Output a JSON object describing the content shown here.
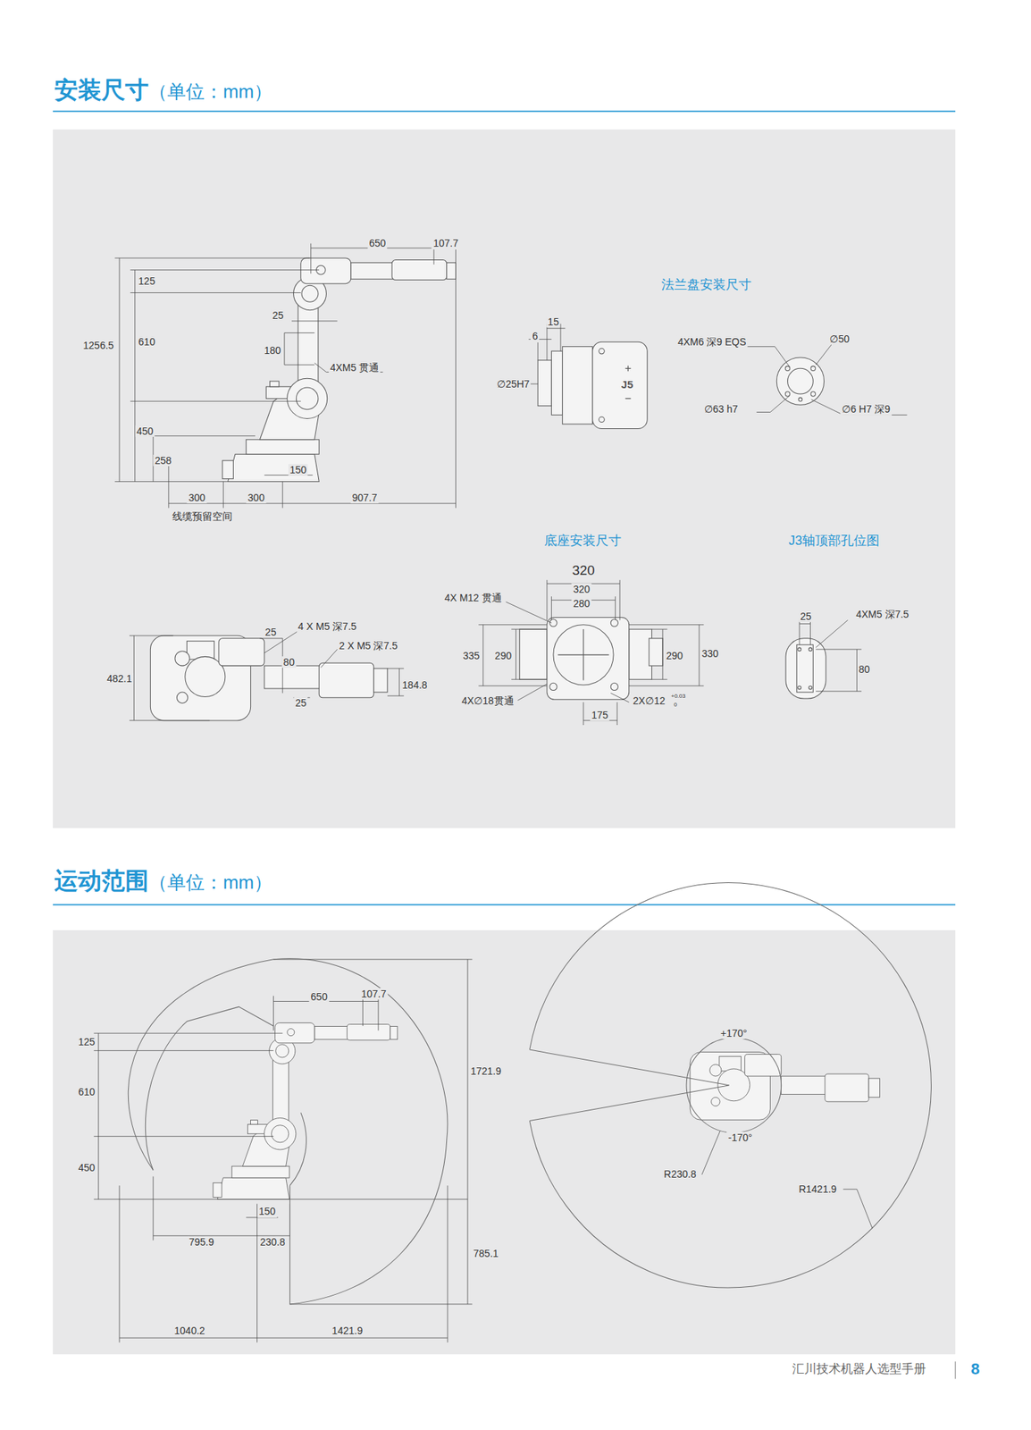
{
  "diagram": {
    "nodes": [
      {
        "text": [
          "安装尺寸（单位：mm）"
        ]
      },
      {
        "text": [
          "运动范围（单位：mm）"
        ]
      }
    ],
    "labels": [
      "650",
      "107.7",
      "125",
      "1256.5",
      "610",
      "25",
      "180",
      "4XM5 贯通",
      "450",
      "258",
      "150",
      "300",
      "300",
      "907.7",
      "线缆预留空间",
      "法兰盘安装尺寸",
      "15",
      "6",
      "∅25H7",
      "J5",
      "4XM6 深9 EQS",
      "∅50",
      "∅63 h7",
      "∅6 H7 深9",
      "底座安装尺寸",
      "320",
      "320",
      "280",
      "4X M12 贯通",
      "335",
      "290",
      "290",
      "330",
      "4X∅18贯通",
      "2X∅12",
      "+0.03",
      "0",
      "175",
      "J3轴顶部孔位图",
      "25",
      "4XM5 深7.5",
      "80",
      "482.1",
      "25",
      "4 X M5 深7.5",
      "80",
      "2 X M5 深7.5",
      "184.8",
      "25",
      "650",
      "107.7",
      "125",
      "610",
      "450",
      "1721.9",
      "150",
      "795.9",
      "230.8",
      "785.1",
      "1040.2",
      "1421.9",
      "+170°",
      "-170°",
      "R230.8",
      "R1421.9",
      "汇川技术机器人选型手册",
      "8"
    ]
  }
}
